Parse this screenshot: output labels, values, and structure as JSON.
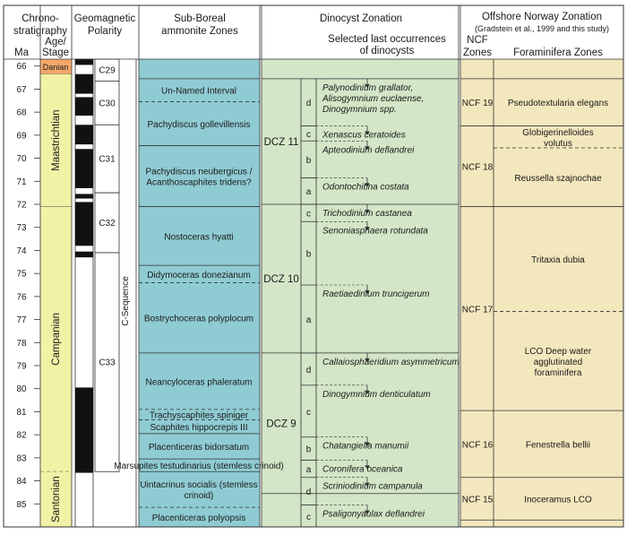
{
  "headers": {
    "chrono": [
      "Chrono-",
      "stratigraphy"
    ],
    "age_stage": [
      "Age/",
      "Stage"
    ],
    "ma": "Ma",
    "polarity": [
      "Geomagnetic",
      "Polarity"
    ],
    "ammonite": [
      "Sub-Boreal",
      "ammonite Zones"
    ],
    "dinocyst": "Dinocyst Zonation",
    "last_occ": [
      "Selected last occurrences",
      "of dinocysts"
    ],
    "offshore": "Offshore Norway Zonation",
    "offshore_ref": "(Gradstein et al., 1999 and this study)",
    "ncf": [
      "NCF",
      "Zones"
    ],
    "foram": "Foraminifera Zones"
  },
  "ma_ticks": [
    66,
    67,
    68,
    69,
    70,
    71,
    72,
    73,
    74,
    75,
    76,
    77,
    78,
    79,
    80,
    81,
    82,
    83,
    84,
    85
  ],
  "stages": [
    {
      "name": "Danian",
      "top": 65.7,
      "bottom": 66.35,
      "color": "#f3a86a"
    },
    {
      "name": "Maastrichtian",
      "top": 66.35,
      "bottom": 72.1,
      "color": "#f1f2a6"
    },
    {
      "name": "Campanian",
      "top": 72.1,
      "bottom": 83.6,
      "color": "#f1f2a6"
    },
    {
      "name": "Santonian",
      "top": 83.6,
      "bottom": 86.0,
      "color": "#f1f2a6"
    }
  ],
  "polarity": {
    "chrons": [
      {
        "name": "C29",
        "top": 65.7,
        "bottom": 66.65
      },
      {
        "name": "C30",
        "top": 66.65,
        "bottom": 68.55
      },
      {
        "name": "C31",
        "top": 68.55,
        "bottom": 71.5
      },
      {
        "name": "C32",
        "top": 71.5,
        "bottom": 74.1
      },
      {
        "name": "C33",
        "top": 74.1,
        "bottom": 83.6
      }
    ],
    "normal_intervals": [
      [
        65.7,
        65.95
      ],
      [
        66.35,
        67.2
      ],
      [
        67.35,
        68.15
      ],
      [
        68.55,
        69.4
      ],
      [
        69.6,
        71.3
      ],
      [
        71.55,
        71.75
      ],
      [
        71.9,
        73.8
      ],
      [
        74.05,
        74.3
      ],
      [
        79.95,
        83.65
      ]
    ],
    "sequence_label": "C-Sequence"
  },
  "ammonite_zones": [
    {
      "name": "",
      "top": 65.7,
      "bottom": 66.55
    },
    {
      "name": "Un-Named Interval",
      "top": 66.55,
      "bottom": 67.55,
      "dashed_bottom": true
    },
    {
      "name": "Pachydiscus gollevillensis",
      "top": 67.55,
      "bottom": 69.45
    },
    {
      "name": "Pachydiscus neubergicus / Acanthoscaphites tridens?",
      "top": 69.45,
      "bottom": 72.1
    },
    {
      "name": "Nostoceras hyatti",
      "top": 72.1,
      "bottom": 74.65
    },
    {
      "name": "Didymoceras donezianum",
      "top": 74.65,
      "bottom": 75.4,
      "dashed_bottom": true
    },
    {
      "name": "Bostrychoceras polyplocum",
      "top": 75.4,
      "bottom": 78.45
    },
    {
      "name": "Neancyloceras phaleratum",
      "top": 78.45,
      "bottom": 80.9,
      "dashed_bottom": true
    },
    {
      "name": "Trachyscaphites spiniger",
      "top": 80.9,
      "bottom": 81.35,
      "dashed_bottom": true
    },
    {
      "name": "Scaphites hippocrepis III",
      "top": 81.35,
      "bottom": 81.95
    },
    {
      "name": "Placenticeras bidorsatum",
      "top": 81.95,
      "bottom": 83.05
    },
    {
      "name": "Marsupites testudinarius (stemless crinoid)",
      "top": 83.05,
      "bottom": 83.6
    },
    {
      "name": "Uintacrinus socialis (stemless crinoid)",
      "top": 83.6,
      "bottom": 85.15,
      "dashed_bottom": true
    },
    {
      "name": "Placenticeras polyopsis",
      "top": 85.15,
      "bottom": 86.0,
      "dashed_bottom": true
    }
  ],
  "dinocyst_zones": [
    {
      "name": "",
      "top": 65.7,
      "bottom": 66.55
    },
    {
      "name": "DCZ 11",
      "top": 66.55,
      "bottom": 72.0
    },
    {
      "name": "DCZ 10",
      "top": 72.0,
      "bottom": 78.45
    },
    {
      "name": "DCZ 9",
      "top": 78.45,
      "bottom": 84.55
    }
  ],
  "dinocyst_subzones": [
    {
      "name": "d",
      "top": 66.55,
      "bottom": 68.6
    },
    {
      "name": "c",
      "top": 68.6,
      "bottom": 69.25
    },
    {
      "name": "b",
      "top": 69.25,
      "bottom": 70.85
    },
    {
      "name": "a",
      "top": 70.85,
      "bottom": 72.0
    },
    {
      "name": "c",
      "top": 72.0,
      "bottom": 72.75
    },
    {
      "name": "b",
      "top": 72.75,
      "bottom": 75.5
    },
    {
      "name": "a",
      "top": 75.5,
      "bottom": 78.45
    },
    {
      "name": "d",
      "top": 78.45,
      "bottom": 79.85
    },
    {
      "name": "c",
      "top": 79.85,
      "bottom": 82.1
    },
    {
      "name": "b",
      "top": 82.1,
      "bottom": 83.1
    },
    {
      "name": "a",
      "top": 83.1,
      "bottom": 83.85
    },
    {
      "name": "d",
      "top": 83.85,
      "bottom": 85.05
    },
    {
      "name": "c",
      "top": 85.05,
      "bottom": 86.0
    }
  ],
  "last_occurrences": [
    {
      "names": [
        "Palynodinium grallator,",
        "Alisogymnium euclaense,",
        "Dinogymnium spp."
      ],
      "ma": 66.55
    },
    {
      "name": "Xenascus ceratoides",
      "ma": 68.6
    },
    {
      "name": "Apteodinium deflandrei",
      "ma": 69.25
    },
    {
      "name": "Odontochitina costata",
      "ma": 70.85
    },
    {
      "name": "Trichodinium castanea",
      "ma": 72.0
    },
    {
      "name": "Senoniasphaera rotundata",
      "ma": 72.75
    },
    {
      "name": "Raetiaedinium truncigerum",
      "ma": 75.5
    },
    {
      "name": "Callaiosphaeridium asymmetricum",
      "ma": 78.45
    },
    {
      "name": "Dinogymnium denticulatum",
      "ma": 79.85
    },
    {
      "name": "Chatangiella manumii",
      "ma": 82.1
    },
    {
      "name": "Coronifera oceanica",
      "ma": 83.1
    },
    {
      "name": "Scriniodinium campanula",
      "ma": 83.85
    },
    {
      "name": "Psaligonyaulax deflandrei",
      "ma": 85.05
    }
  ],
  "ncf_zones": [
    {
      "name": "",
      "top": 65.7,
      "bottom": 66.55
    },
    {
      "name": "NCF 19",
      "top": 66.55,
      "bottom": 68.6
    },
    {
      "name": "NCF 18",
      "top": 68.6,
      "bottom": 72.1
    },
    {
      "name": "NCF 17",
      "top": 72.1,
      "bottom": 80.95
    },
    {
      "name": "NCF 16",
      "top": 80.95,
      "bottom": 83.85
    },
    {
      "name": "NCF 15",
      "top": 83.85,
      "bottom": 85.7
    }
  ],
  "foram_zones": [
    {
      "name": "",
      "top": 65.7,
      "bottom": 66.55
    },
    {
      "name": "Pseudotextularia elegans",
      "top": 66.55,
      "bottom": 68.6
    },
    {
      "name": "Globigerinelloides volutus",
      "top": 68.6,
      "bottom": 69.55,
      "dashed_bottom": true
    },
    {
      "name": "Reussella szajnochae",
      "top": 69.55,
      "bottom": 72.1
    },
    {
      "name": "Tritaxia dubia",
      "top": 72.1,
      "bottom": 76.65,
      "dashed_bottom": true
    },
    {
      "name": "LCO Deep water agglutinated foraminifera",
      "top": 76.65,
      "bottom": 80.95
    },
    {
      "name": "Fenestrella bellii",
      "top": 80.95,
      "bottom": 83.85
    },
    {
      "name": "Inoceramus LCO",
      "top": 83.85,
      "bottom": 85.7
    }
  ],
  "colors": {
    "stage_yellow": "#f1f2a6",
    "danian_orange": "#f3a86a",
    "ammonite_blue": "#8fcbd3",
    "dinocyst_green": "#d3e6c7",
    "offshore_tan": "#f3e7bd",
    "line": "#333333"
  }
}
